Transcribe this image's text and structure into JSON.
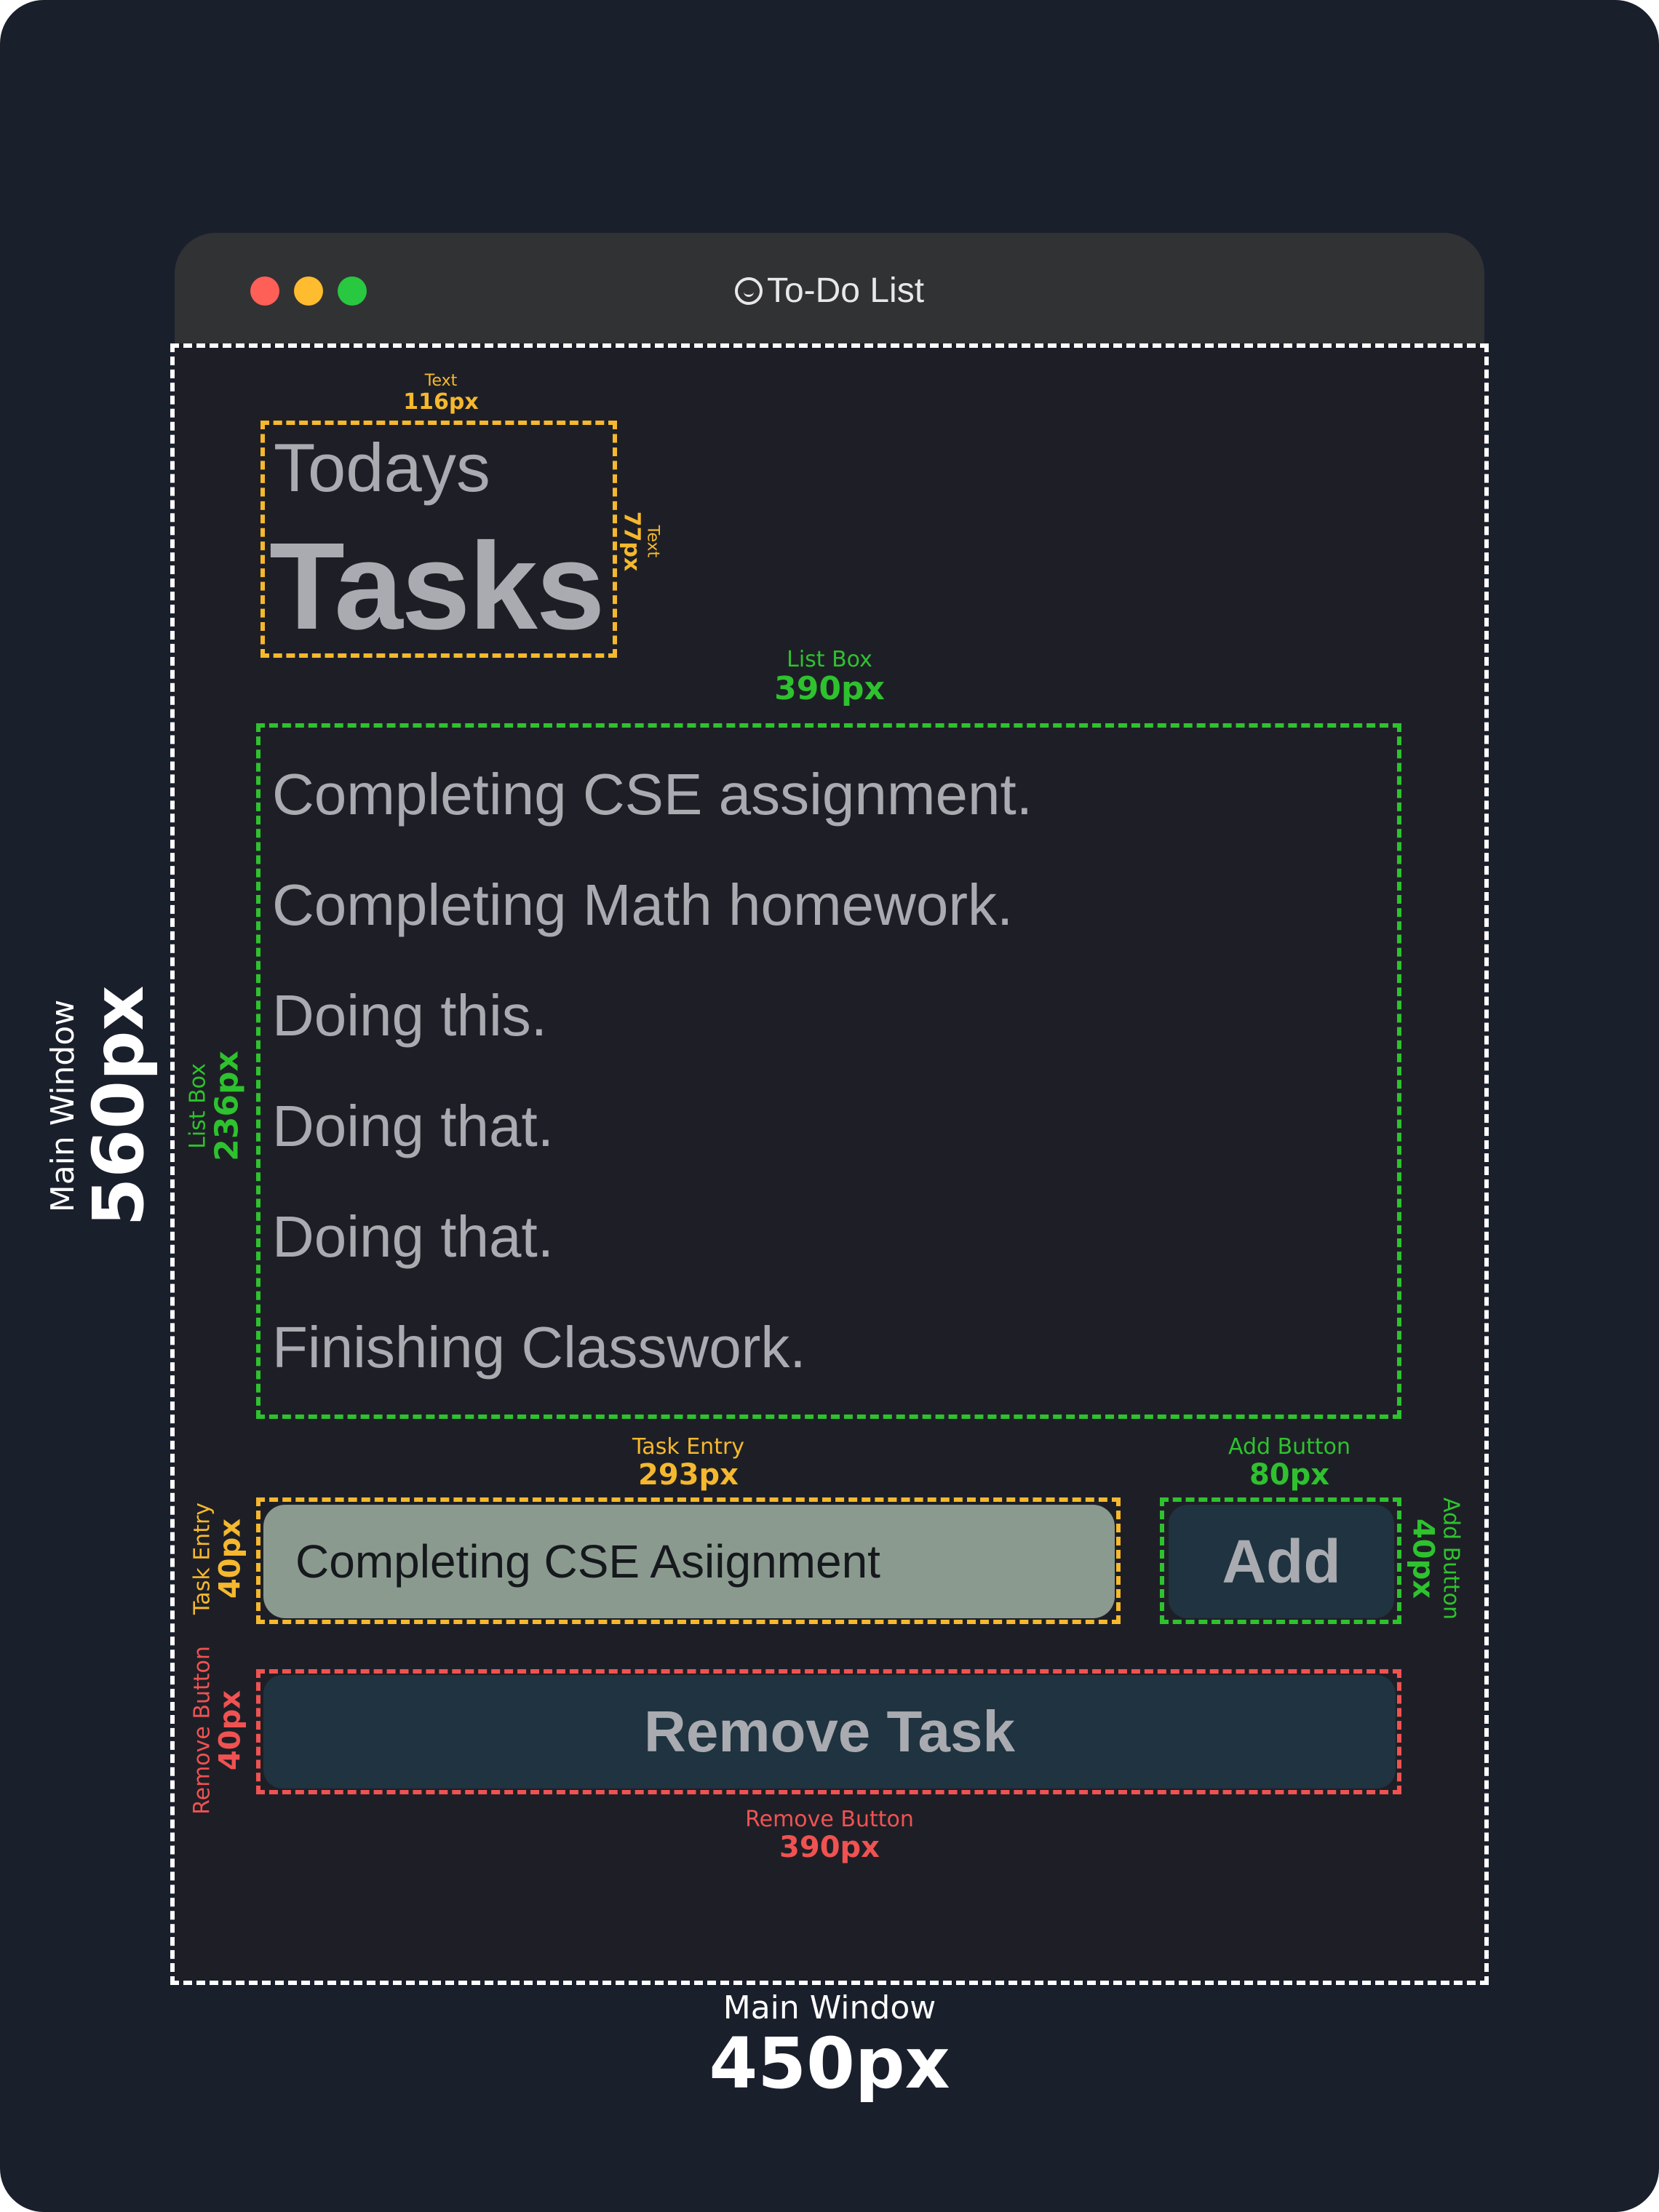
{
  "window": {
    "title": "To-Do List",
    "traffic_lights": [
      "close",
      "minimize",
      "maximize"
    ]
  },
  "heading": {
    "line1": "Todays",
    "line2": "Tasks"
  },
  "tasks": [
    "Completing CSE assignment.",
    "Completing Math homework.",
    "Doing this.",
    "Doing that.",
    "Doing that.",
    "Finishing Classwork."
  ],
  "task_entry": {
    "value": "Completing CSE Asiignment"
  },
  "buttons": {
    "add": "Add",
    "remove": "Remove Task"
  },
  "annotations": {
    "text_width": {
      "label": "Text",
      "value": "116px"
    },
    "text_height": {
      "label": "Text",
      "value": "77px"
    },
    "listbox_width": {
      "label": "List Box",
      "value": "390px"
    },
    "listbox_height": {
      "label": "List Box",
      "value": "236px"
    },
    "entry_width": {
      "label": "Task Entry",
      "value": "293px"
    },
    "entry_height": {
      "label": "Task Entry",
      "value": "40px"
    },
    "add_width": {
      "label": "Add Button",
      "value": "80px"
    },
    "add_height": {
      "label": "Add Button",
      "value": "40px"
    },
    "remove_height": {
      "label": "Remove Button",
      "value": "40px"
    },
    "remove_width": {
      "label": "Remove Button",
      "value": "390px"
    },
    "window_height": {
      "label": "Main Window",
      "value": "560px"
    },
    "window_width": {
      "label": "Main Window",
      "value": "450px"
    }
  },
  "colors": {
    "background": "#1a1f2c",
    "titlebar": "#313234",
    "window_body": "#1e1f26",
    "text_annotation": "#f5b82e",
    "listbox_annotation": "#2ec22e",
    "remove_annotation": "#f05252",
    "entry_bg": "#8b9a8f",
    "button_bg": "#1f3340"
  }
}
